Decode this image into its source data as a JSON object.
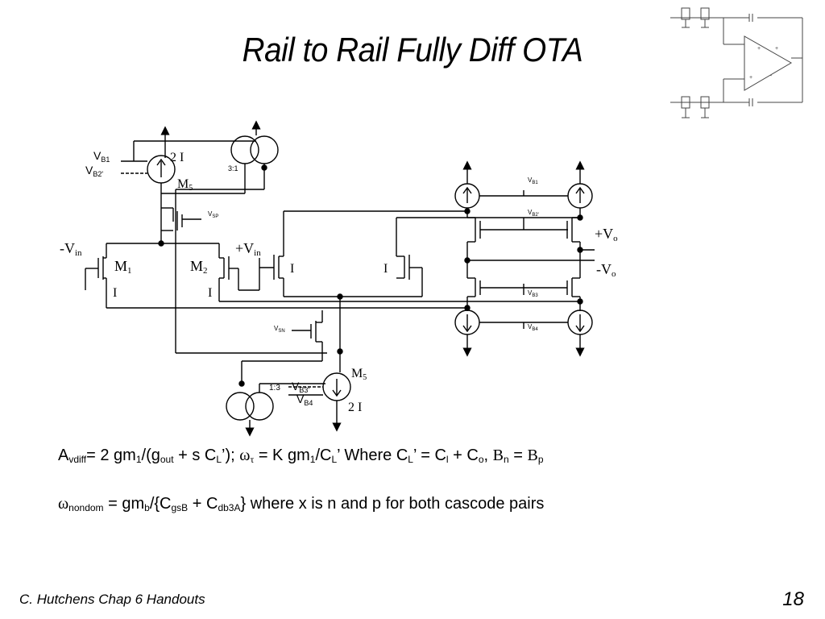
{
  "slide": {
    "title": "Rail to Rail Fully Diff OTA",
    "footer": "C. Hutchens Chap 6 Handouts",
    "page_number": "18"
  },
  "schematic": {
    "labels": {
      "vb1": "V",
      "vb1_sub": "B1",
      "vb2": "V",
      "vb2_sub": "B2'",
      "tail_top": "2 I",
      "m5_top": "M",
      "m5_top_sub": "5",
      "mirror_top": "3:1",
      "vsp": "V",
      "vsp_sub": "SP",
      "neg_vin": "-V",
      "neg_vin_sub": "in",
      "pos_vin": "+V",
      "pos_vin_sub": "in",
      "m1": "M",
      "m1_sub": "1",
      "m2": "M",
      "m2_sub": "2",
      "i_m1": "I",
      "i_m2": "I",
      "i_left": "I",
      "i_right": "I",
      "vsn": "V",
      "vsn_sub": "SN",
      "mirror_bottom": "1:3",
      "vb3": "V",
      "vb3_sub": "B3'",
      "vb4": "V",
      "vb4_sub": "B4",
      "m5_bottom": "M",
      "m5_bottom_sub": "5",
      "tail_bottom": "2 I",
      "r_vb1": "V",
      "r_vb1_sub": "B1",
      "r_vb2": "V",
      "r_vb2_sub": "B2'",
      "r_vb3": "V",
      "r_vb3_sub": "B3",
      "r_vb4": "V",
      "r_vb4_sub": "B4",
      "pos_vo": "+V",
      "pos_vo_sub": "o",
      "neg_vo": "-V",
      "neg_vo_sub": "o"
    }
  },
  "equations": {
    "line1": {
      "a": "A",
      "a_sub": "vdiff",
      "eq_prefix": "= 2 gm",
      "sub1": "1",
      "mid1": "/(g",
      "sub_out": "out",
      "mid2": "  + s C",
      "sub_l1": "L",
      "mid3": "’); ",
      "omega": "ω",
      "omega_sub": "τ",
      "mid4": " = K gm",
      "sub1b": "1",
      "mid5": "/C",
      "sub_l2": "L",
      "mid6": "’   Where C",
      "sub_l3": "L",
      "mid7": "’ = C",
      "sub_l4": "l",
      "mid8": " + C",
      "sub_o": "o",
      "mid9": ", ",
      "beta1": "B",
      "sub_n": "n",
      "mid10": " = ",
      "beta2": "B",
      "sub_p": "p"
    },
    "line2": {
      "omega": "ω",
      "omega_sub": "nondom",
      "mid1": " = gm",
      "sub_b": "b",
      "mid2": "/{C",
      "sub_gsb": "gsB",
      "mid3": " + C",
      "sub_db3a": "db3A",
      "mid4": "} where x is n and p for both cascode pairs"
    }
  }
}
